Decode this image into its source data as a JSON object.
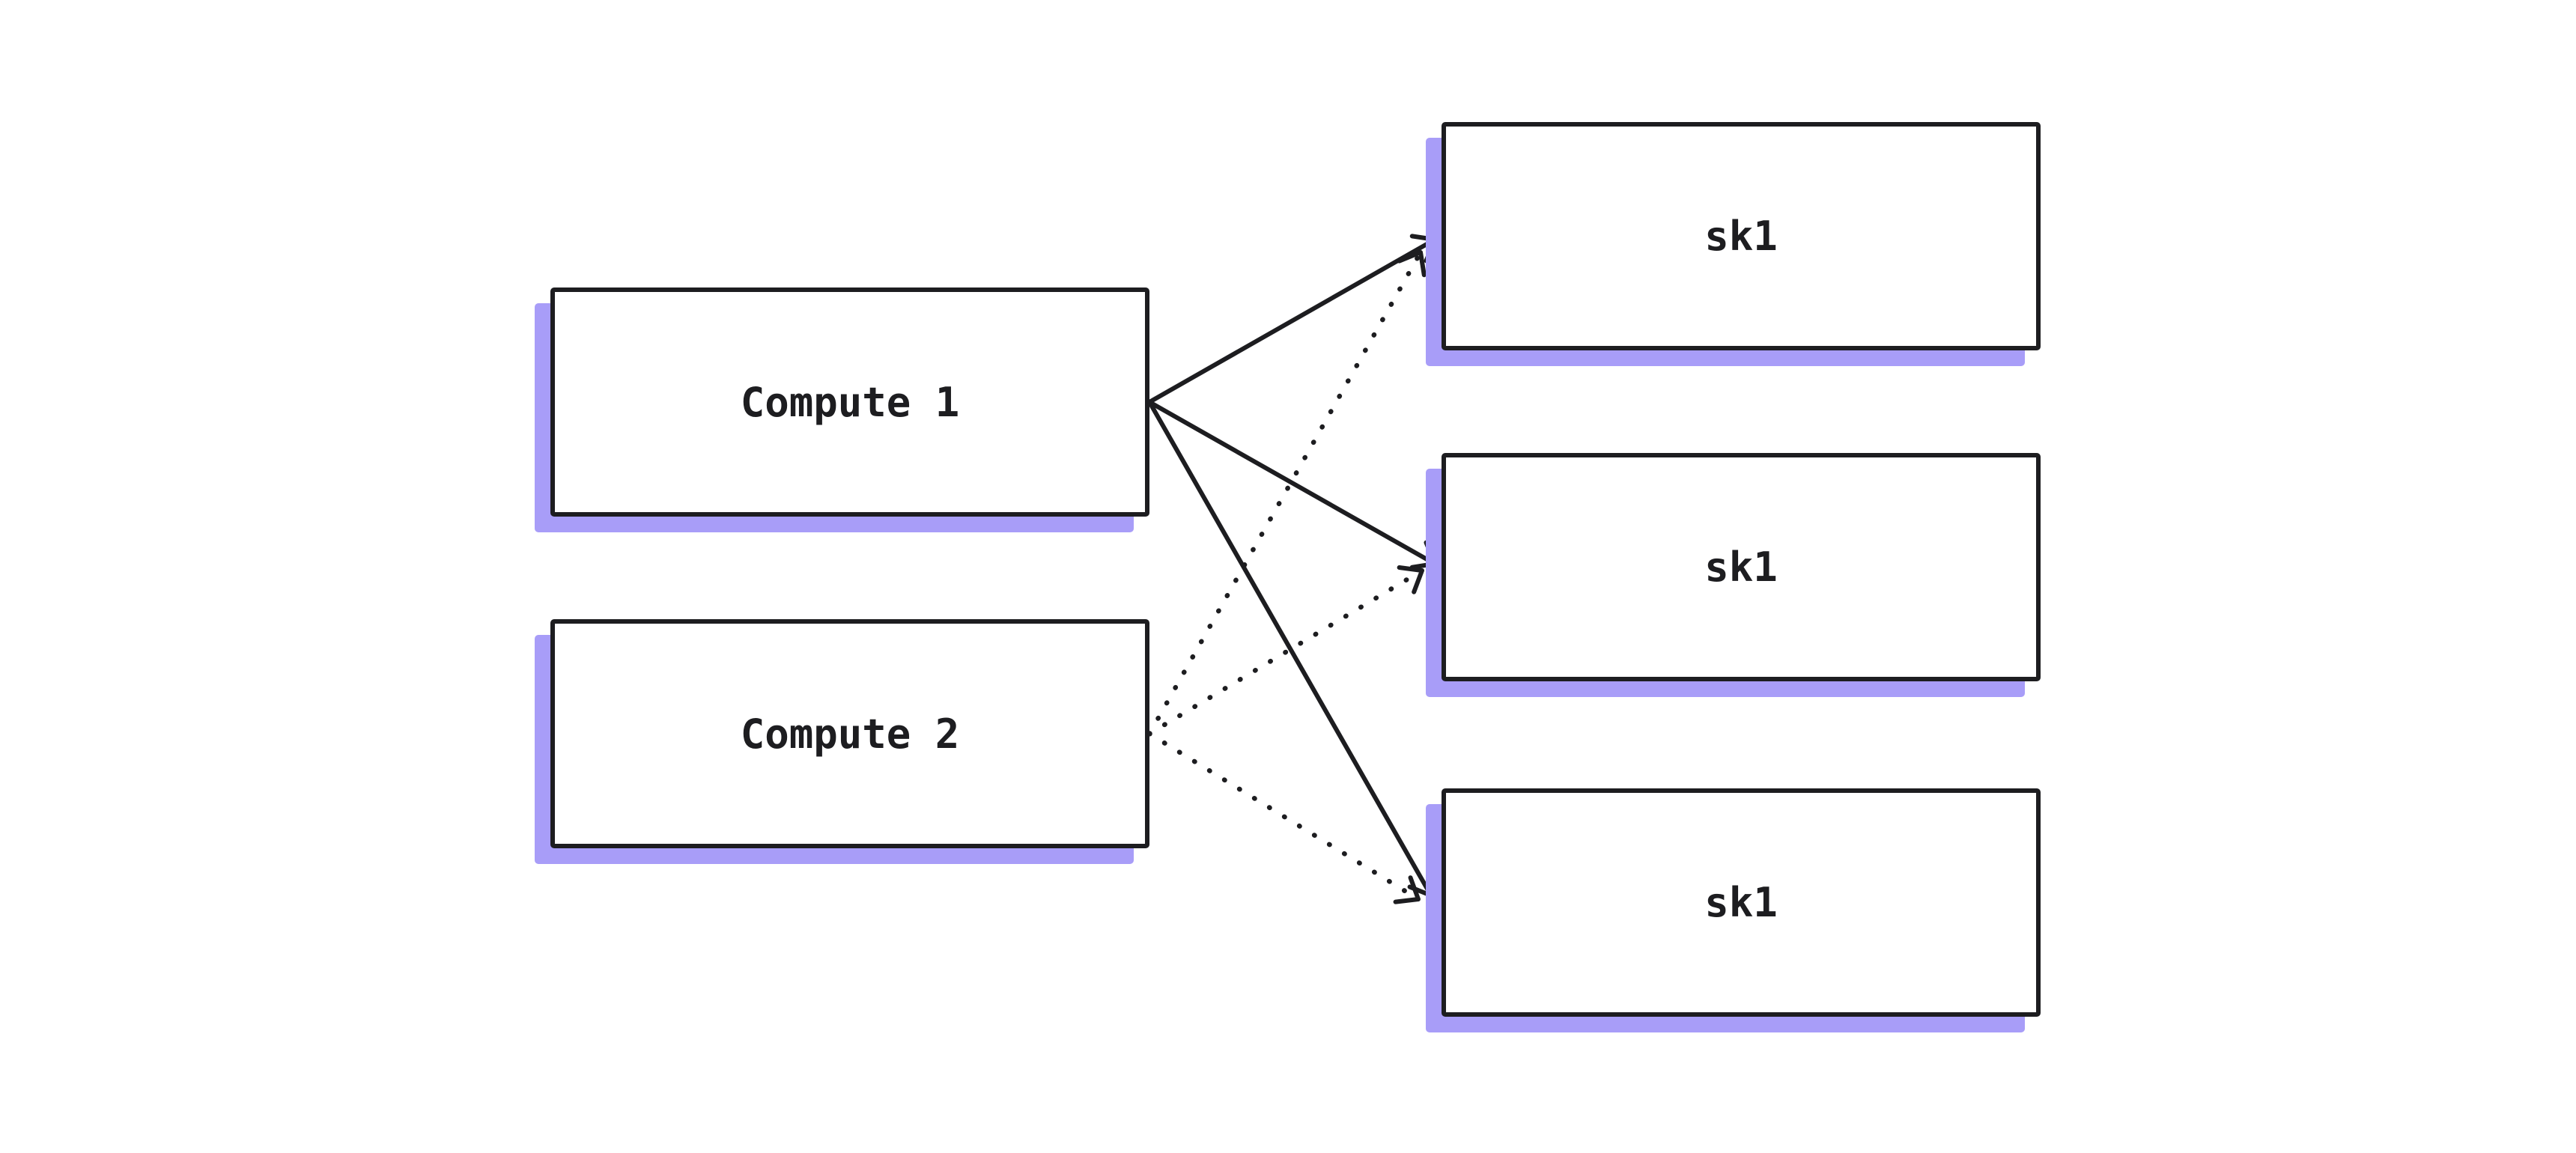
{
  "diagram": {
    "nodes": {
      "compute1": {
        "label": "Compute 1",
        "role": "source"
      },
      "compute2": {
        "label": "Compute 2",
        "role": "source"
      },
      "sk1_top": {
        "label": "sk1",
        "role": "target"
      },
      "sk1_middle": {
        "label": "sk1",
        "role": "target"
      },
      "sk1_bottom": {
        "label": "sk1",
        "role": "target"
      }
    },
    "edges": [
      {
        "from": "compute1",
        "to": "sk1_top",
        "style": "solid",
        "arrow": "end"
      },
      {
        "from": "compute1",
        "to": "sk1_middle",
        "style": "solid",
        "arrow": "end"
      },
      {
        "from": "compute1",
        "to": "sk1_bottom",
        "style": "solid",
        "arrow": "end"
      },
      {
        "from": "compute2",
        "to": "sk1_top",
        "style": "dotted",
        "arrow": "end"
      },
      {
        "from": "compute2",
        "to": "sk1_middle",
        "style": "dotted",
        "arrow": "end"
      },
      {
        "from": "compute2",
        "to": "sk1_bottom",
        "style": "dotted",
        "arrow": "end"
      }
    ],
    "colors": {
      "background": "#ffffff",
      "node_fill": "#ffffff",
      "stroke": "#1d1d20",
      "shadow": "#a89df8"
    }
  }
}
